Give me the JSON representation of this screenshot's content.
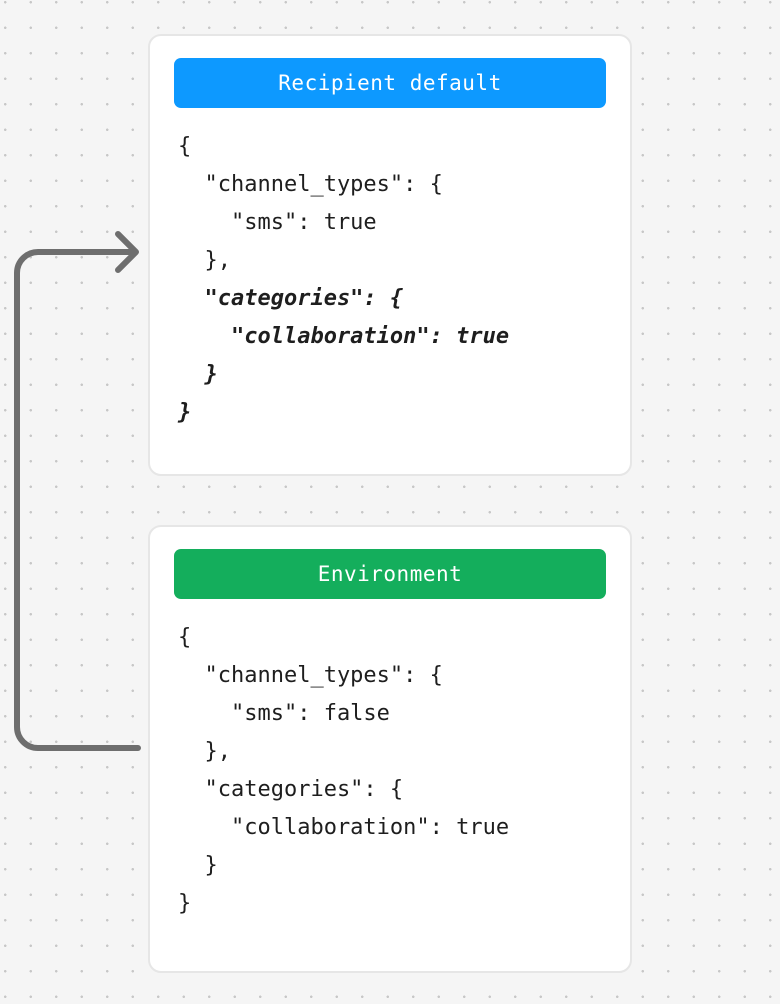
{
  "canvas": {
    "background_color": "#f5f5f5",
    "dot_color": "#c7c7c7"
  },
  "arrow": {
    "name": "merge-flow-arrow",
    "color": "#6e6e6e",
    "stroke_width": 6,
    "direction": "environment-to-recipient-default",
    "head": "chevron-right"
  },
  "cards": [
    {
      "id": "recipient-default",
      "header": {
        "title": "Recipient default",
        "background_color": "#0d99ff",
        "text_color": "#ffffff"
      },
      "body_lines": [
        {
          "text": "{",
          "emphasis": false
        },
        {
          "text": "  \"channel_types\": {",
          "emphasis": false
        },
        {
          "text": "    \"sms\": true",
          "emphasis": false
        },
        {
          "text": "  },",
          "emphasis": false
        },
        {
          "text": "  \"categories\": {",
          "emphasis": true
        },
        {
          "text": "    \"collaboration\": true",
          "emphasis": true
        },
        {
          "text": "  }",
          "emphasis": true
        },
        {
          "text": "}",
          "emphasis": true
        }
      ]
    },
    {
      "id": "environment",
      "header": {
        "title": "Environment",
        "background_color": "#14ae5c",
        "text_color": "#ffffff"
      },
      "body_lines": [
        {
          "text": "{",
          "emphasis": false
        },
        {
          "text": "  \"channel_types\": {",
          "emphasis": false
        },
        {
          "text": "    \"sms\": false",
          "emphasis": false
        },
        {
          "text": "  },",
          "emphasis": false
        },
        {
          "text": "  \"categories\": {",
          "emphasis": false
        },
        {
          "text": "    \"collaboration\": true",
          "emphasis": false
        },
        {
          "text": "  }",
          "emphasis": false
        },
        {
          "text": "}",
          "emphasis": false
        }
      ]
    }
  ]
}
